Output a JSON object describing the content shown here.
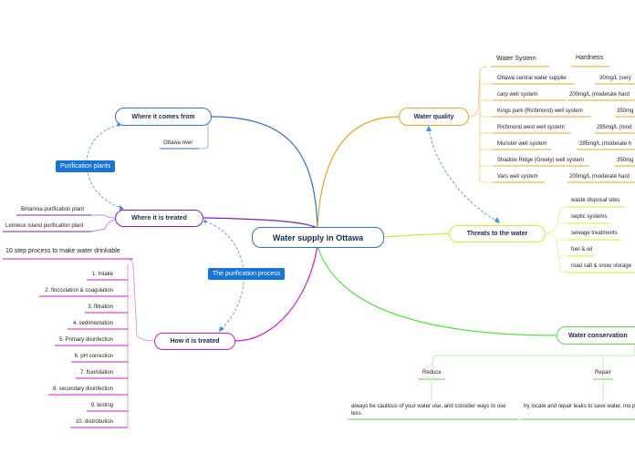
{
  "central": {
    "title": "Water supply in Ottawa"
  },
  "where_from": {
    "title": "Where it comes from",
    "child": "Ottawa river"
  },
  "purification_plants": {
    "label": "Purification plants"
  },
  "where_treated": {
    "title": "Where it is treated",
    "children": [
      "Britannia purification plant",
      "Lemieux island purification plant"
    ]
  },
  "purification_process": {
    "label": "The purification process"
  },
  "how_treated": {
    "title": "How it is treated",
    "header": "10 step process to make water drinkable",
    "steps": [
      "1. Intake",
      "2. flocculation & coagulation",
      "3. filtration",
      "4. sedimentation",
      "5. Primary disinfection",
      "6. pH correction",
      "7. fluoridation",
      "8. secondary disinfection",
      "9. testing",
      "10. distrobution"
    ]
  },
  "water_quality": {
    "title": "Water quality",
    "col_system": "Water System",
    "col_hardness": "Hardness",
    "rows": [
      {
        "system": "Ottawa central water supplie",
        "hardness": "30mg/L (very"
      },
      {
        "system": "carp well system",
        "hardness": "200mg/L (moderate hard"
      },
      {
        "system": "Kings park (Richmond) well system",
        "hardness": "350mg"
      },
      {
        "system": "Richmond west well system",
        "hardness": "285mg/L (mod"
      },
      {
        "system": "Munster well system",
        "hardness": "285mg/L (moderate h"
      },
      {
        "system": "Shadow Ridge (Greely) well system",
        "hardness": "350mg"
      },
      {
        "system": "Vars well system",
        "hardness": "200mg/L (moderate hard"
      }
    ]
  },
  "threats": {
    "title": "Threats to the water",
    "items": [
      "waste disposal sites",
      "septic systems",
      "sewage treatments",
      "fuel & oil",
      "road salt & snow storage"
    ]
  },
  "conservation": {
    "title": "Water conservation",
    "reduce": {
      "label": "Reduce",
      "text": "always be cautious of your water use, and consider ways to use less."
    },
    "repair": {
      "label": "Repair",
      "text": "try locate and repair leaks to save water, mo prevent potentially costly property damage."
    }
  },
  "colors": {
    "blue": "#2f6fd6",
    "purple": "#7a1fc9",
    "magenta": "#d417d4",
    "orange": "#f0a020",
    "yellowgreen": "#d8ea2a",
    "green": "#55e040",
    "badge": "#1673d9"
  }
}
